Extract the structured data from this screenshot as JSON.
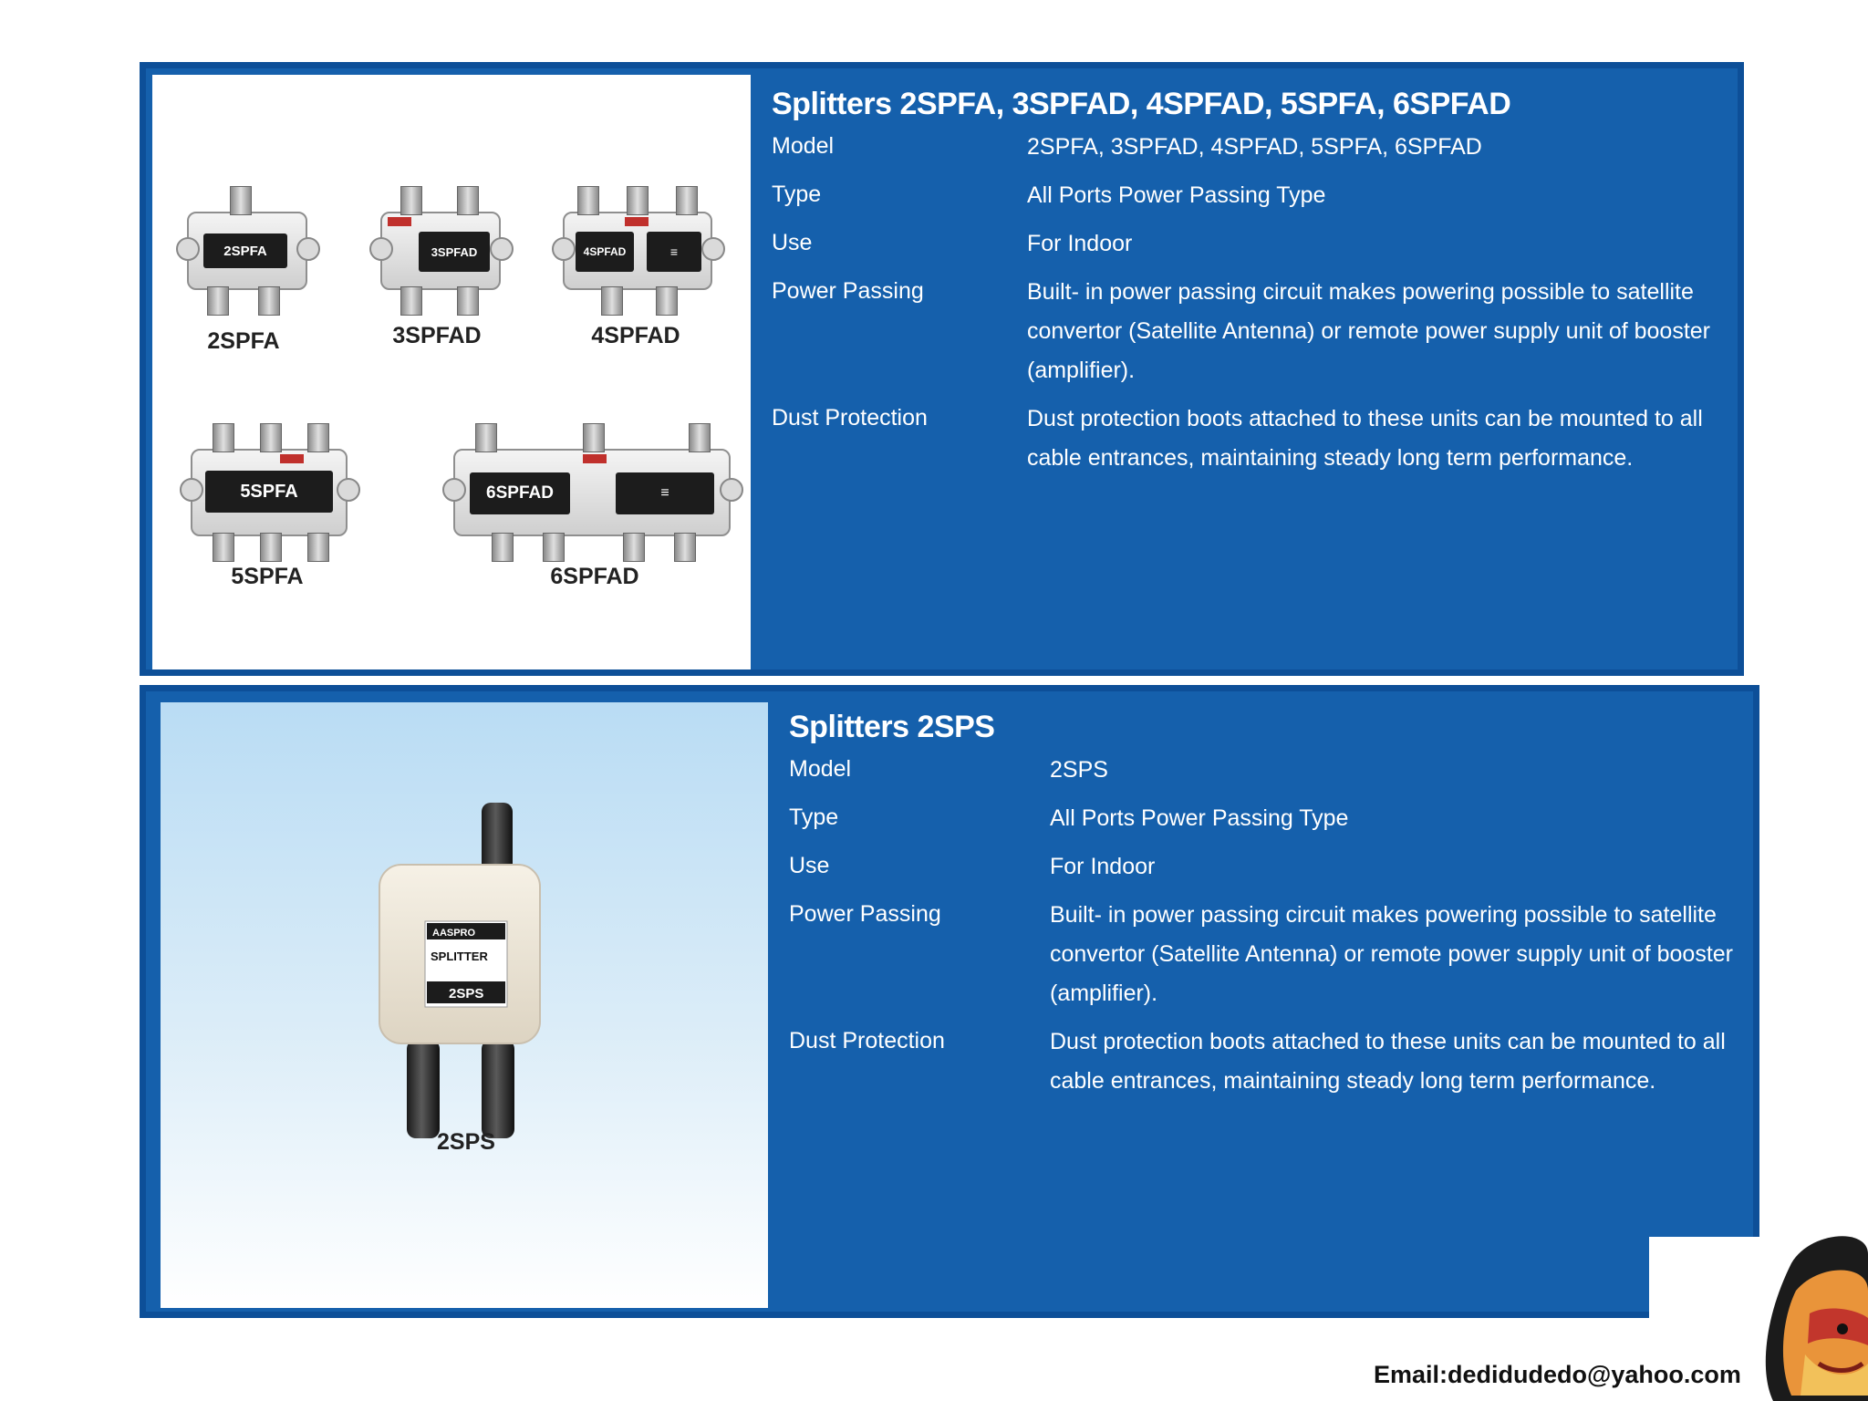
{
  "card1": {
    "title": "Splitters 2SPFA, 3SPFAD, 4SPFAD, 5SPFA, 6SPFAD",
    "specs": [
      {
        "label": "Model",
        "value": "2SPFA, 3SPFAD, 4SPFAD, 5SPFA, 6SPFAD"
      },
      {
        "label": "Type",
        "value": "All Ports Power Passing Type"
      },
      {
        "label": "Use",
        "value": "For Indoor"
      },
      {
        "label": "Power Passing",
        "value": "Built- in power passing circuit makes powering possible to satellite convertor (Satellite Antenna) or remote power supply unit of booster (amplifier)."
      },
      {
        "label": "Dust Protection",
        "value": "Dust protection boots attached to these units can be mounted to all cable entrances, maintaining steady long term performance."
      }
    ],
    "products": [
      {
        "caption": "2SPFA",
        "face": "2SPFA"
      },
      {
        "caption": "3SPFAD",
        "face": "3SPFAD"
      },
      {
        "caption": "4SPFAD",
        "face": "4SPFAD"
      },
      {
        "caption": "5SPFA",
        "face": "5SPFA"
      },
      {
        "caption": "6SPFAD",
        "face": "6SPFAD"
      }
    ]
  },
  "card2": {
    "title": "Splitters 2SPS",
    "specs": [
      {
        "label": "Model",
        "value": "2SPS"
      },
      {
        "label": "Type",
        "value": "All Ports Power Passing Type"
      },
      {
        "label": "Use",
        "value": "For Indoor"
      },
      {
        "label": "Power Passing",
        "value": "Built- in power passing circuit makes powering possible to satellite convertor (Satellite Antenna) or remote power supply unit of booster (amplifier)."
      },
      {
        "label": "Dust Protection",
        "value": "Dust protection boots attached to these units can be mounted to all cable entrances, maintaining steady long term performance."
      }
    ],
    "product": {
      "caption": "2SPS",
      "brand": "AASPRO",
      "label": "SPLITTER",
      "face": "2SPS"
    }
  },
  "footer": {
    "email": "Email:dedidudedo@yahoo.com"
  },
  "colors": {
    "panel": "#1560ac",
    "border": "#0d4f98",
    "text": "#ffffff"
  }
}
